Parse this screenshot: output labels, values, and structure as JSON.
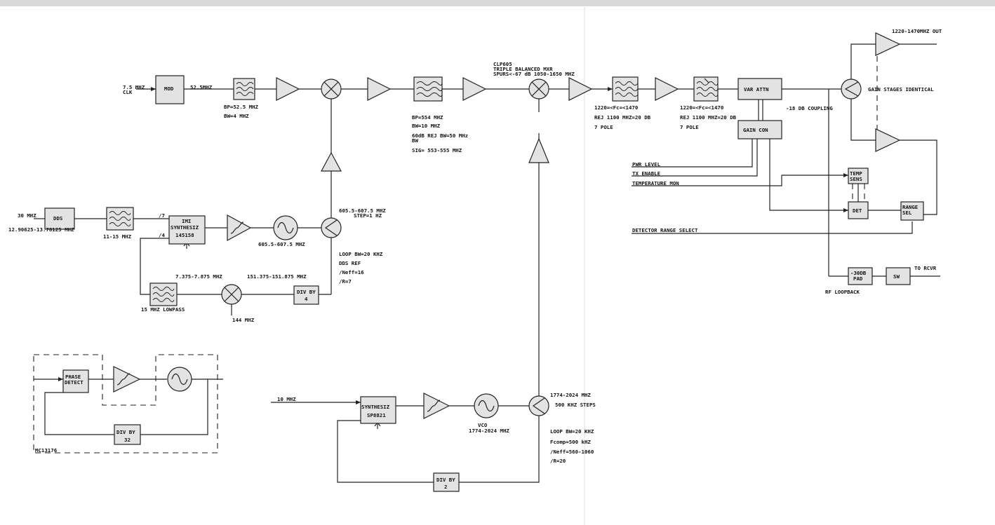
{
  "labels": {
    "in_75": "7.5 MHZ",
    "clk": "CLK",
    "mod": "MOD",
    "f_525": "52.5MHZ",
    "bp1": "BP=52.5 MHZ",
    "bw1": "BW=4 MHZ",
    "bp2": "BP=554 MHZ",
    "bw2": "BW=10 MHZ",
    "rej2a": "60dB REJ BW=50 MHz",
    "rej2b": "BW",
    "sig2": "SIG= 553-555 MHZ",
    "clp605": "CLP605",
    "triple": "TRIPLE BALANCED MXR",
    "spurs": "SPURS<-67 dB  1050-1650 MHZ",
    "f1220a": "1220=<Fc=<1470",
    "rej_a": "REJ 1100 MHZ=20 DB",
    "pole_a": "7 POLE",
    "f1220b": "1220=<Fc=<1470",
    "rej_b": "REJ 1100 MHZ=20 DB",
    "pole_b": "7 POLE",
    "var_attn": "VAR ATTN",
    "gain_con": "GAIN CON",
    "coupling": "-18 DB COUPLING",
    "out": "1220-1470MHZ OUT",
    "gain_identical": "GAIN STAGES IDENTICAL",
    "pwr_level": "PWR LEVEL",
    "tx_enable": "TX ENABLE",
    "temp_mon": "TEMPERATURE MON",
    "temp_1": "TEMP",
    "temp_2": "SENS",
    "det": "DET",
    "range_1": "RANGE",
    "range_2": "SEL",
    "det_range": "DETECTOR RANGE SELECT",
    "pad_1": "-30DB",
    "pad_2": "PAD",
    "sw": "SW",
    "to_rcvr": "TO RCVR",
    "rf_loop": "RF LOOPBACK",
    "in_30": "30 MHZ",
    "dds": "DDS",
    "dds_range": "12.90625-13.78125 MHZ",
    "bp_11_15": "11-15 MHZ",
    "div7": "/7",
    "div4": "/4",
    "imi_1": "IMI",
    "imi_2": "SYNTHESIZ",
    "imi_3": "145158",
    "vco1": "605.5-607.5 MHZ",
    "lo1_freq": "605.5-607.5 MHZ",
    "lo1_step": "STEP=1 HZ",
    "loop1_bw": "LOOP BW=20 KHZ",
    "loop1_ref": "DDS REF",
    "loop1_neff": "/Neff=16",
    "loop1_r": "/R=7",
    "lp_range": "7.375-7.875 MHZ",
    "lp_label": "15 MHZ LOWPASS",
    "mix_out": "151.375-151.875 MHZ",
    "mhz144": "144 MHZ",
    "divby4_1": "DIV BY",
    "divby4_2": "4",
    "phase_1": "PHASE",
    "phase_2": "DETECT",
    "div32_1": "DIV BY",
    "div32_2": "32",
    "mc": "MC13176",
    "in_10": "10 MHZ",
    "sp_1": "SYNTHESIZ",
    "sp_2": "SP8821",
    "vco2_1": "VCO",
    "vco2_2": "1774-2024 MHZ",
    "lo2_freq": "1774-2024 MHZ",
    "lo2_step": "500 KHZ STEPS",
    "loop2_bw": "LOOP BW=20 KHZ",
    "loop2_fc": "Fcomp=500 kHZ",
    "loop2_neff": "/Neff=560-1060",
    "loop2_r": "/R=20",
    "div2_1": "DIV BY",
    "div2_2": "2"
  }
}
